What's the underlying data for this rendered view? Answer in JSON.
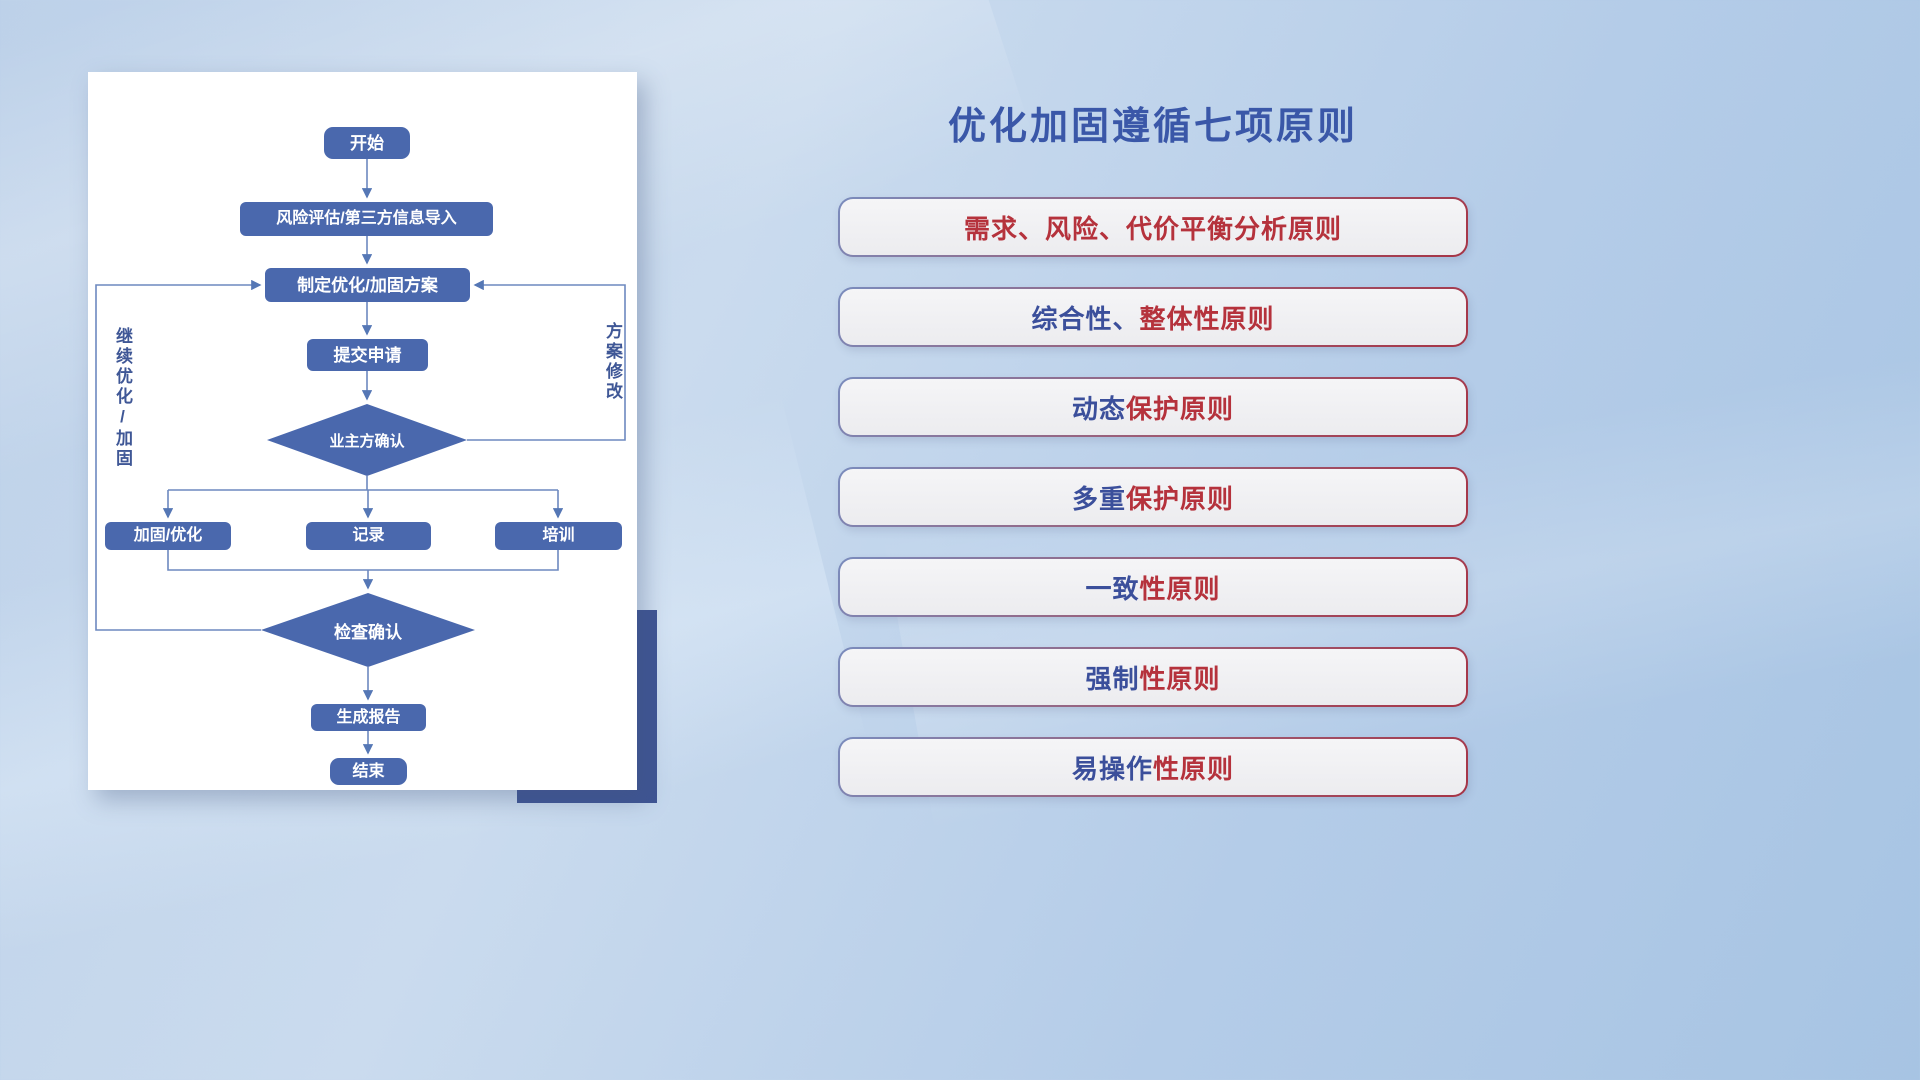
{
  "slide": {
    "title": "优化加固遵循七项原则",
    "title_color": "#3a57a8"
  },
  "flowchart": {
    "nodes": {
      "start": "开始",
      "risk_import": "风险评估/第三方信息导入",
      "make_plan": "制定优化/加固方案",
      "submit": "提交申请",
      "owner_confirm": "业主方确认",
      "reinforce": "加固/优化",
      "record": "记录",
      "training": "培训",
      "check_confirm": "检查确认",
      "report": "生成报告",
      "end": "结束"
    },
    "loop_labels": {
      "continue_optimize": "继续优化/加固",
      "plan_revise": "方案修改"
    },
    "colors": {
      "node_fill": "#4a68ad",
      "connector": "#6d89bf"
    }
  },
  "principles": {
    "items": [
      {
        "blue": "",
        "red": "需求、风险、代价平衡分析原则"
      },
      {
        "blue": "综合性、",
        "red": "整体性原则"
      },
      {
        "blue": "动态",
        "red": "保护原则"
      },
      {
        "blue": "多重",
        "red": "保护原则"
      },
      {
        "blue": "一致",
        "red": "性原则"
      },
      {
        "blue": "强制",
        "red": "性原则"
      },
      {
        "blue": "易操作",
        "red": "性原则"
      }
    ],
    "colors": {
      "blue": "#3b4f9b",
      "red": "#b5323c"
    }
  }
}
